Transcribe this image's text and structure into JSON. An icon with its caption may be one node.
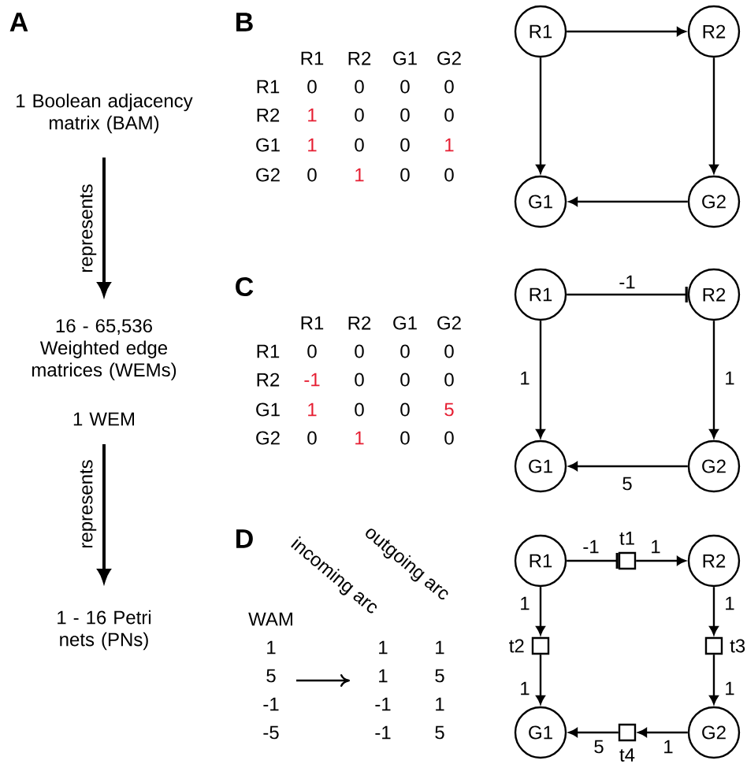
{
  "diagram": {
    "nodes": [
      {
        "text": [
          "1 Boolean adjacency matrix (BAM)"
        ]
      },
      {
        "text": [
          "16 - 65,536 Weighted edge matrices (WEMs)"
        ]
      },
      {
        "text": [
          "1 WEM"
        ]
      },
      {
        "text": [
          "1 - 16 Petri nets (PNs)"
        ]
      },
      {
        "text": [
          "R1"
        ]
      },
      {
        "text": [
          "R2"
        ]
      },
      {
        "text": [
          "G1"
        ]
      },
      {
        "text": [
          "G2"
        ]
      },
      {
        "text": [
          "R1"
        ]
      },
      {
        "text": [
          "R2"
        ]
      },
      {
        "text": [
          "G1"
        ]
      },
      {
        "text": [
          "G2"
        ]
      },
      {
        "text": [
          "R1"
        ]
      },
      {
        "text": [],
        "shape": "box",
        "beside": [
          "t1"
        ]
      },
      {
        "text": [
          "R2"
        ]
      },
      {
        "text": [],
        "shape": "box",
        "beside": [
          "t2"
        ]
      },
      {
        "text": [],
        "shape": "box",
        "beside": [
          "t3"
        ]
      },
      {
        "text": [
          "G1"
        ]
      },
      {
        "text": [],
        "shape": "box",
        "beside": [
          "t4"
        ]
      },
      {
        "text": [
          "G2"
        ]
      }
    ],
    "edges": [
      {
        "from": 0,
        "to": 1,
        "arrow": "to",
        "label": "represents"
      },
      {
        "from": 2,
        "to": 3,
        "arrow": "to",
        "label": "represents"
      },
      {
        "from": 4,
        "to": 5,
        "arrow": "to"
      },
      {
        "from": 4,
        "to": 6,
        "arrow": "to"
      },
      {
        "from": 5,
        "to": 7,
        "arrow": "to"
      },
      {
        "from": 7,
        "to": 6,
        "arrow": "to"
      },
      {
        "from": 8,
        "to": 9,
        "arrow": "other",
        "label": "-1"
      },
      {
        "from": 8,
        "to": 10,
        "arrow": "to",
        "label": "1"
      },
      {
        "from": 9,
        "to": 11,
        "arrow": "to",
        "label": "1"
      },
      {
        "from": 11,
        "to": 10,
        "arrow": "to",
        "label": "5"
      },
      {
        "from": 12,
        "to": 13,
        "arrow": "other",
        "label": "-1"
      },
      {
        "from": 13,
        "to": 14,
        "arrow": "to",
        "label": "1"
      },
      {
        "from": 12,
        "to": 15,
        "arrow": "to",
        "label": "1"
      },
      {
        "from": 15,
        "to": 17,
        "arrow": "to",
        "label": "1"
      },
      {
        "from": 14,
        "to": 16,
        "arrow": "to",
        "label": "1"
      },
      {
        "from": 16,
        "to": 19,
        "arrow": "to",
        "label": "1"
      },
      {
        "from": 19,
        "to": 18,
        "arrow": "to",
        "label": "1"
      },
      {
        "from": 18,
        "to": 17,
        "arrow": "to",
        "label": "5"
      }
    ],
    "labels": [
      "A",
      "B",
      "R1",
      "R2",
      "G1",
      "G2",
      "R1",
      "0",
      "0",
      "0",
      "0",
      "R2",
      "1",
      "0",
      "0",
      "0",
      "G1",
      "1",
      "0",
      "0",
      "1",
      "G2",
      "0",
      "1",
      "0",
      "0",
      "C",
      "R1",
      "R2",
      "G1",
      "G2",
      "R1",
      "0",
      "0",
      "0",
      "0",
      "R2",
      "-1",
      "0",
      "0",
      "0",
      "G1",
      "1",
      "0",
      "0",
      "5",
      "G2",
      "0",
      "1",
      "0",
      "0",
      "D",
      "incoming arc",
      "outgoing arc",
      "WAM",
      "1",
      "1",
      "1",
      "5",
      "1",
      "5",
      "-1",
      "-1",
      "1",
      "-5",
      "-1",
      "5"
    ]
  }
}
